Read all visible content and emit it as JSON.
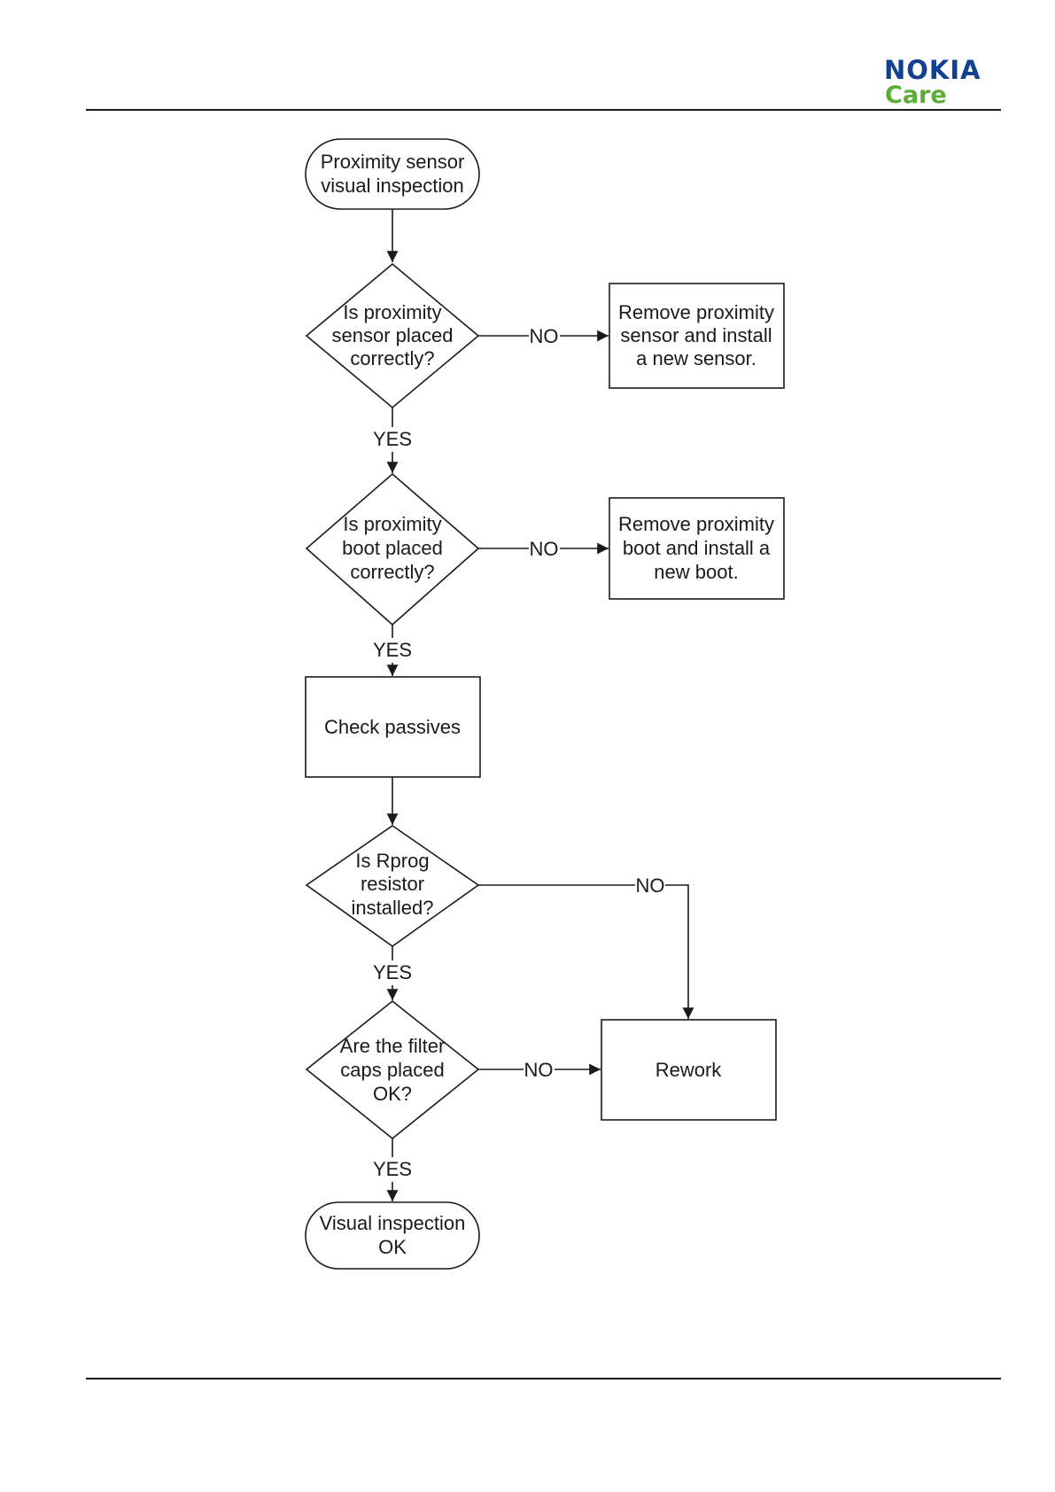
{
  "header": {
    "brand": "NOKIA",
    "sub_brand": "Care",
    "brand_color": "#124191",
    "sub_brand_color": "#5aae35"
  },
  "flowchart": {
    "start": [
      "Proximity sensor",
      "visual inspection"
    ],
    "decision1": [
      "Is proximity",
      "sensor placed",
      "correctly?"
    ],
    "action1": [
      "Remove proximity",
      "sensor and install",
      "a new sensor."
    ],
    "decision2": [
      "Is proximity",
      "boot placed",
      "correctly?"
    ],
    "action2": [
      "Remove proximity",
      "boot and install a",
      "new boot."
    ],
    "check": "Check passives",
    "decision3": [
      "Is Rprog",
      "resistor",
      "installed?"
    ],
    "decision4": [
      "Are the filter",
      "caps placed",
      "OK?"
    ],
    "rework": "Rework",
    "end": [
      "Visual inspection",
      "OK"
    ],
    "yes_label": "YES",
    "no_label": "NO"
  }
}
